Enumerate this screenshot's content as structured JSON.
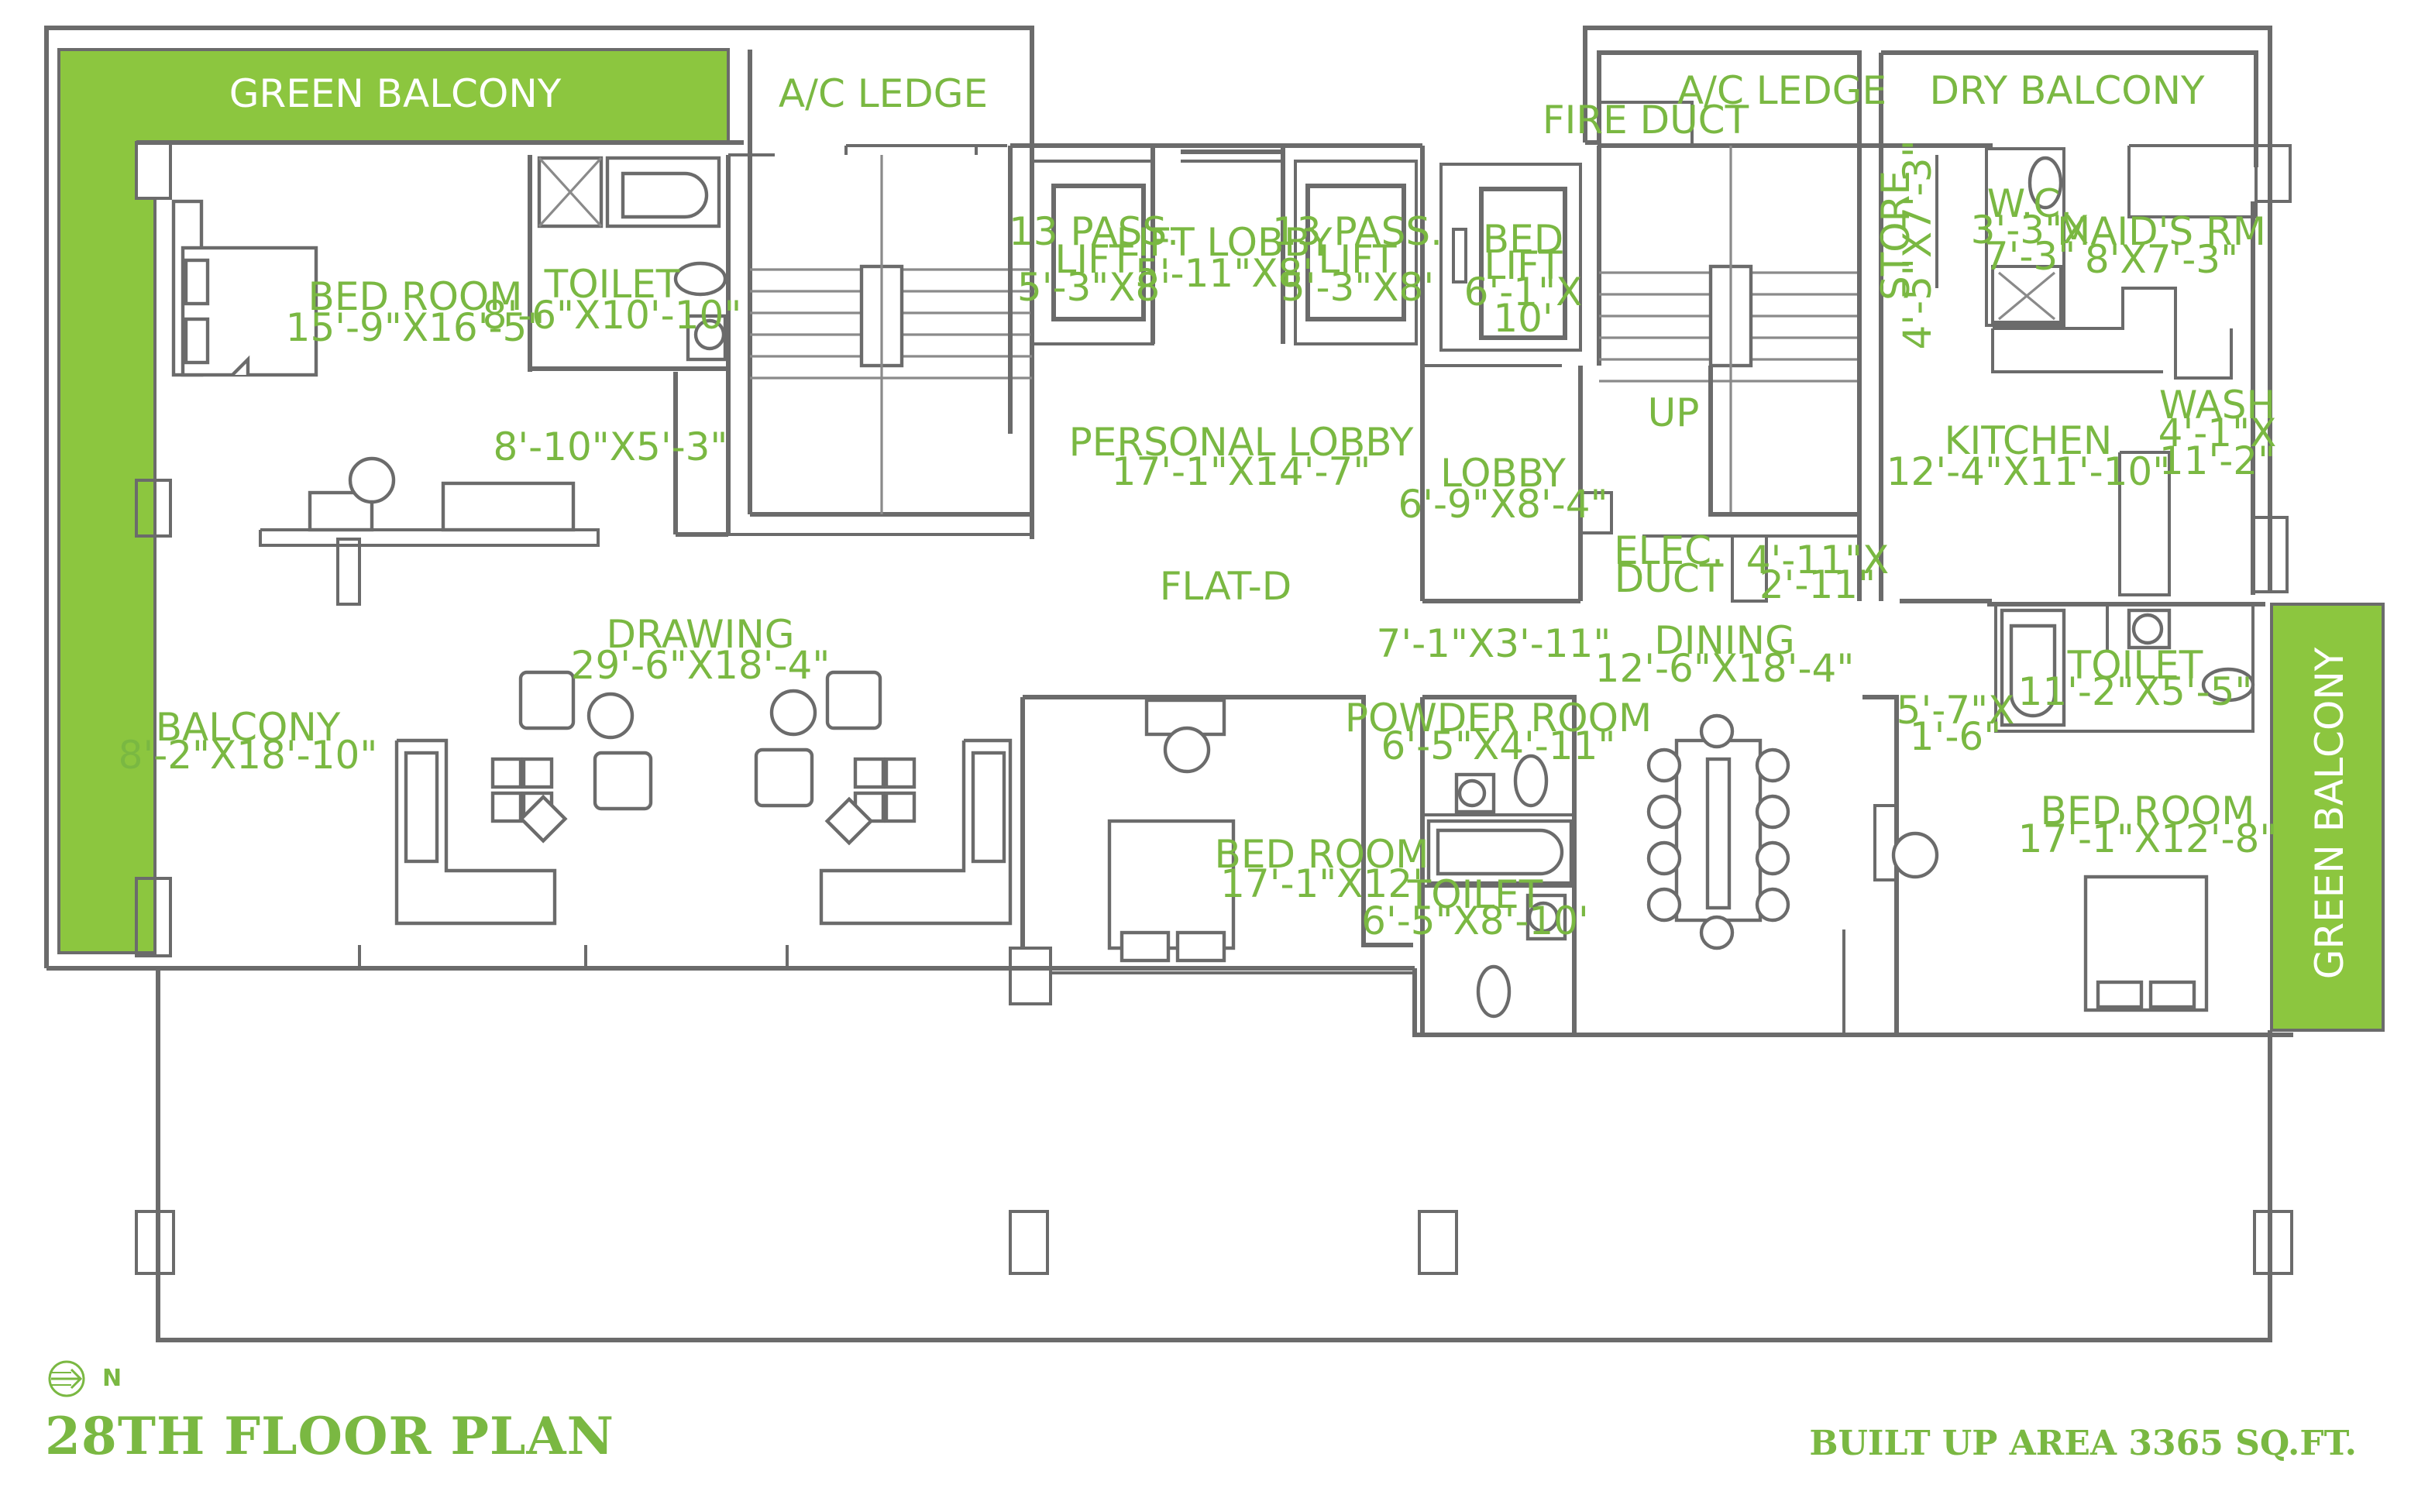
{
  "plan_title": "28TH FLOOR PLAN",
  "built_up_area": "BUILT UP AREA 3365 SQ.FT.",
  "north_label": "N",
  "colors": {
    "accent": "#8cc63f",
    "text": "#7ab842",
    "walls": "#6b6b6b"
  },
  "flat_label": "FLAT-D",
  "rooms": {
    "green_balcony_top": "GREEN BALCONY",
    "green_balcony_right": "GREEN BALCONY",
    "ac_ledge_1": "A/C LEDGE",
    "ac_ledge_2": "A/C LEDGE",
    "dry_balcony": "DRY BALCONY",
    "fire_duct": "FIRE DUCT",
    "bed_room_1": {
      "name": "BED ROOM",
      "size": "15'-9\"X16'-5\""
    },
    "toilet_1": {
      "name": "TOILET",
      "size": "8'-6\"X10'-10\""
    },
    "dress": {
      "size": "8'-10\"X5'-3\""
    },
    "pass_lift_1": {
      "line1": "13 PASS.",
      "line2": "LIFT",
      "size": "5'-3\"X8'"
    },
    "lift_lobby": {
      "name": "LIFT  LOBBY",
      "size": "5'-11\"X8'"
    },
    "pass_lift_2": {
      "line1": "13 PASS.",
      "line2": "LIFT",
      "size": "5'-3\"X8'"
    },
    "bed_lift": {
      "line1": "BED",
      "line2": "LIFT",
      "line3": "6'-1\"X",
      "line4": "10'"
    },
    "store": {
      "name": "STORE",
      "size": "4'-5\"X7'-3\""
    },
    "wc": {
      "name": "W.C.",
      "line2": "3'-3\"X",
      "line3": "7'-3\""
    },
    "maids_room": {
      "name": "MAID'S RM",
      "size": "8'X7'-3\""
    },
    "personal_lobby": {
      "name": "PERSONAL LOBBY",
      "size": "17'-1\"X14'-7\""
    },
    "up": "UP",
    "kitchen": {
      "name": "KITCHEN",
      "size": "12'-4\"X11'-10\""
    },
    "wash": {
      "name": "WASH",
      "line2": "4'-1\"X",
      "line3": "11'-2\""
    },
    "lobby": {
      "name": "LOBBY",
      "size": "6'-9\"X8'-4\""
    },
    "elec_duct": {
      "line1": "ELEC.",
      "line2": "DUCT"
    },
    "shaft": {
      "line1": "4'-11\"X",
      "line2": "2'-11\""
    },
    "drawing": {
      "name": "DRAWING",
      "size": "29'-6\"X18'-4\""
    },
    "passage": {
      "size": "7'-1\"X3'-11\""
    },
    "dining": {
      "name": "DINING",
      "size": "12'-6\"X18'-4\""
    },
    "toilet_2": {
      "name": "TOILET",
      "size": "11'-2\"X5'-5\""
    },
    "balcony": {
      "name": "BALCONY",
      "size": "8'-2\"X18'-10\""
    },
    "powder_room": {
      "name": "POWDER ROOM",
      "size": "6'-5\"X4'-11\""
    },
    "dress_2": {
      "line1": "5'-7\"X",
      "line2": "1'-6\""
    },
    "bed_room_2": {
      "name": "BED ROOM",
      "size": "17'-1\"X12'"
    },
    "bed_room_3": {
      "name": "BED ROOM",
      "size": "17'-1\"X12'-8\""
    },
    "toilet_3": {
      "name": "TOILET",
      "size": "6'-5\"X8'-10'"
    }
  }
}
